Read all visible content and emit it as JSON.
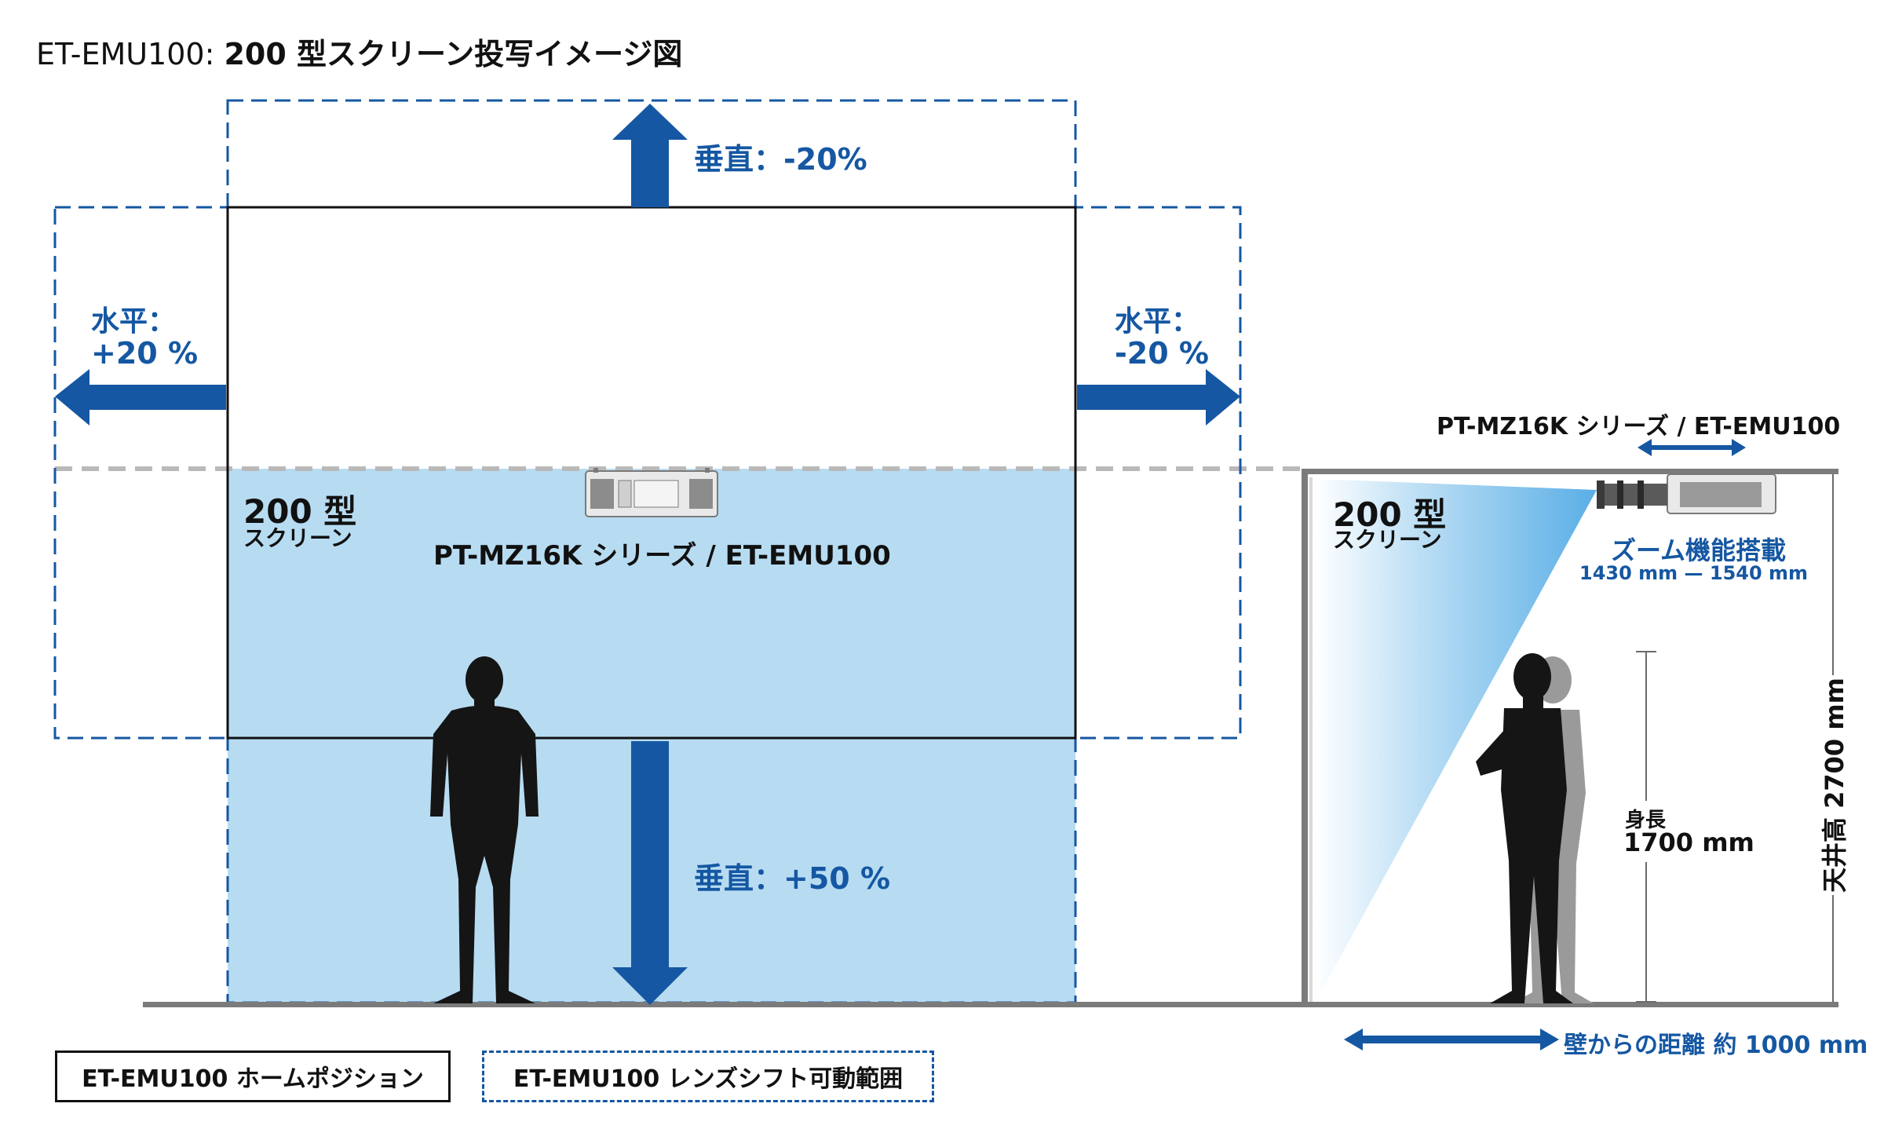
{
  "title": {
    "lead": "ET-EMU100:",
    "rest": "200 型スクリーン投写イメージ図"
  },
  "front": {
    "vertical_up": "垂直：-20%",
    "vertical_down": "垂直：+50 %",
    "horizontal_left_1": "水平：",
    "horizontal_left_2": "+20 %",
    "horizontal_right_1": "水平：",
    "horizontal_right_2": "-20 %",
    "screen_size": "200 型",
    "screen_word": "スクリーン",
    "projector_label": "PT-MZ16K シリーズ / ET-EMU100"
  },
  "side": {
    "projector_label": "PT-MZ16K シリーズ / ET-EMU100",
    "screen_size": "200 型",
    "screen_word": "スクリーン",
    "zoom_title": "ズーム機能搭載",
    "zoom_range": "1430 mm — 1540 mm",
    "height_label": "身長",
    "height_value": "1700 mm",
    "ceiling_label": "天井高 2700 mm",
    "distance_label": "壁からの距離 約 1000 mm"
  },
  "legend": {
    "home": "ET-EMU100 ホームポジション",
    "shift": "ET-EMU100 レンズシフト可動範囲"
  },
  "colors": {
    "accent_blue": "#1557a2",
    "screen_fill": "#b7dcf2",
    "dashed_gray": "#b9b9b9",
    "silhouette": "#151515"
  }
}
